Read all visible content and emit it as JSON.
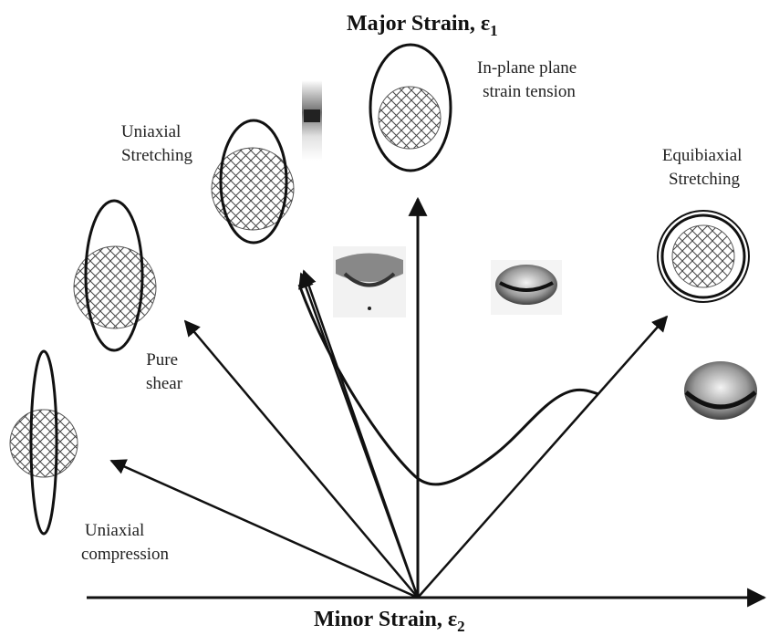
{
  "axes": {
    "vertical_label": "Major Strain, ε",
    "vertical_sub": "1",
    "horizontal_label": "Minor Strain, ε",
    "horizontal_sub": "2"
  },
  "modes": {
    "in_plane": [
      "In-plane plane",
      "strain tension"
    ],
    "uniaxial_stretching": [
      "Uniaxial",
      "Stretching"
    ],
    "equibiaxial": [
      "Equibiaxial",
      "Stretching"
    ],
    "pure_shear": [
      "Pure",
      "shear"
    ],
    "uniaxial_compression": [
      "Uniaxial",
      "compression"
    ]
  },
  "colors": {
    "line": "#111111",
    "hatch": "#444444",
    "text": "#222222"
  }
}
